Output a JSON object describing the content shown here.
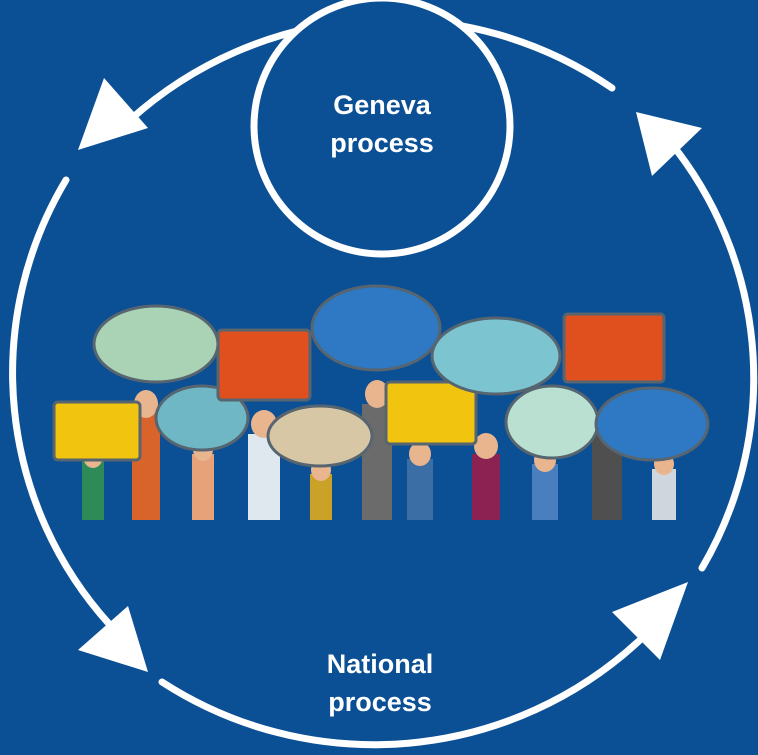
{
  "geneva": {
    "line1": "Geneva",
    "line2": "process"
  },
  "national": {
    "line1": "National",
    "line2": "process"
  },
  "photo": {
    "description_icon": "speech-bubbles-crowd-image"
  },
  "colors": {
    "background": "#0b4f94",
    "lines": "#ffffff"
  }
}
